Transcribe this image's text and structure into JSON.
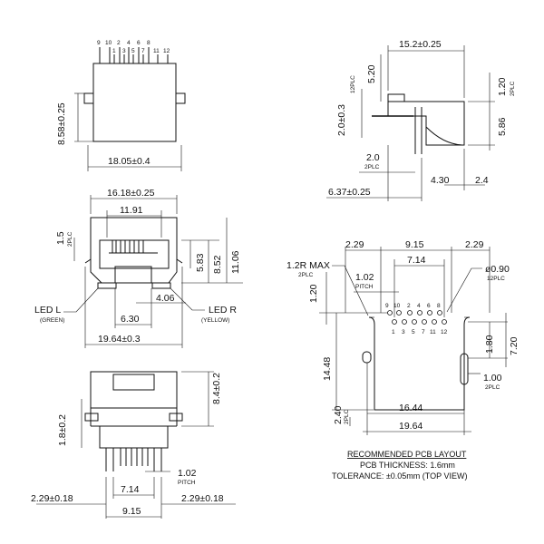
{
  "top_view": {
    "pins_top": [
      "9",
      "10",
      "2",
      "4",
      "6",
      "8"
    ],
    "pins_bottom": [
      "1",
      "3",
      "5",
      "7",
      "11",
      "12"
    ],
    "height_dim": "8.58±0.25",
    "width_dim": "18.05±0.4"
  },
  "side_view": {
    "width_dim": "15.2±0.25",
    "tab_dim": "2.0±0.3",
    "tab_plc": "12PLC",
    "top_dim": "5.20",
    "right_top_dim": "1.20",
    "right_top_plc": "2PLC",
    "right_bottom_dim": "5.86",
    "pin_dim": "2.0",
    "pin_plc": "2PLC",
    "offset_dim": "4.30",
    "end_dim": "2.4",
    "overall_dim": "6.37±0.25"
  },
  "front_view": {
    "top_width": "16.18±0.25",
    "opening_width": "11.91",
    "left_dim": "1.5",
    "left_plc": "2PLC",
    "h1": "5.83",
    "h2": "8.52",
    "h3": "11.06",
    "led_l_label": "LED L",
    "led_l_color": "(GREEN)",
    "led_r_label": "LED R",
    "led_r_color": "(YELLOW)",
    "inner_dim": "4.06",
    "slot_dim": "6.30",
    "overall_width": "19.64±0.3"
  },
  "bottom_view": {
    "left_height": "1.8±0.2",
    "right_height": "8.4±0.2",
    "pitch_dim": "1.02",
    "pitch_label": "PITCH",
    "row_dim": "7.14",
    "left_offset": "2.29±0.18",
    "right_offset": "2.29±0.18",
    "overall_dim": "9.15"
  },
  "pcb_layout": {
    "left_dim": "2.29",
    "center_dim": "9.15",
    "right_dim": "2.29",
    "radius_label": "1.2R MAX",
    "radius_plc": "2PLC",
    "row_dim": "7.14",
    "pitch_dim": "1.02",
    "pitch_label": "PITCH",
    "hole_dim": "ø0.90",
    "hole_plc": "12PLC",
    "top_gap": "1.20",
    "pins_top": [
      "9",
      "10",
      "2",
      "4",
      "6",
      "8"
    ],
    "pins_bottom": [
      "1",
      "3",
      "5",
      "7",
      "11",
      "12"
    ],
    "height_dim": "14.48",
    "right_dim_1": "1.80",
    "right_dim_2": "7.20",
    "slot_dim": "1.00",
    "slot_plc": "2PLC",
    "bottom_dim": "2.40",
    "bottom_plc": "2PLC",
    "inner_width": "16.44",
    "outer_width": "19.64",
    "title": "RECOMMENDED PCB LAYOUT",
    "thickness": "PCB THICKNESS: 1.6mm",
    "tolerance": "TOLERANCE: ±0.05mm (TOP VIEW)"
  }
}
